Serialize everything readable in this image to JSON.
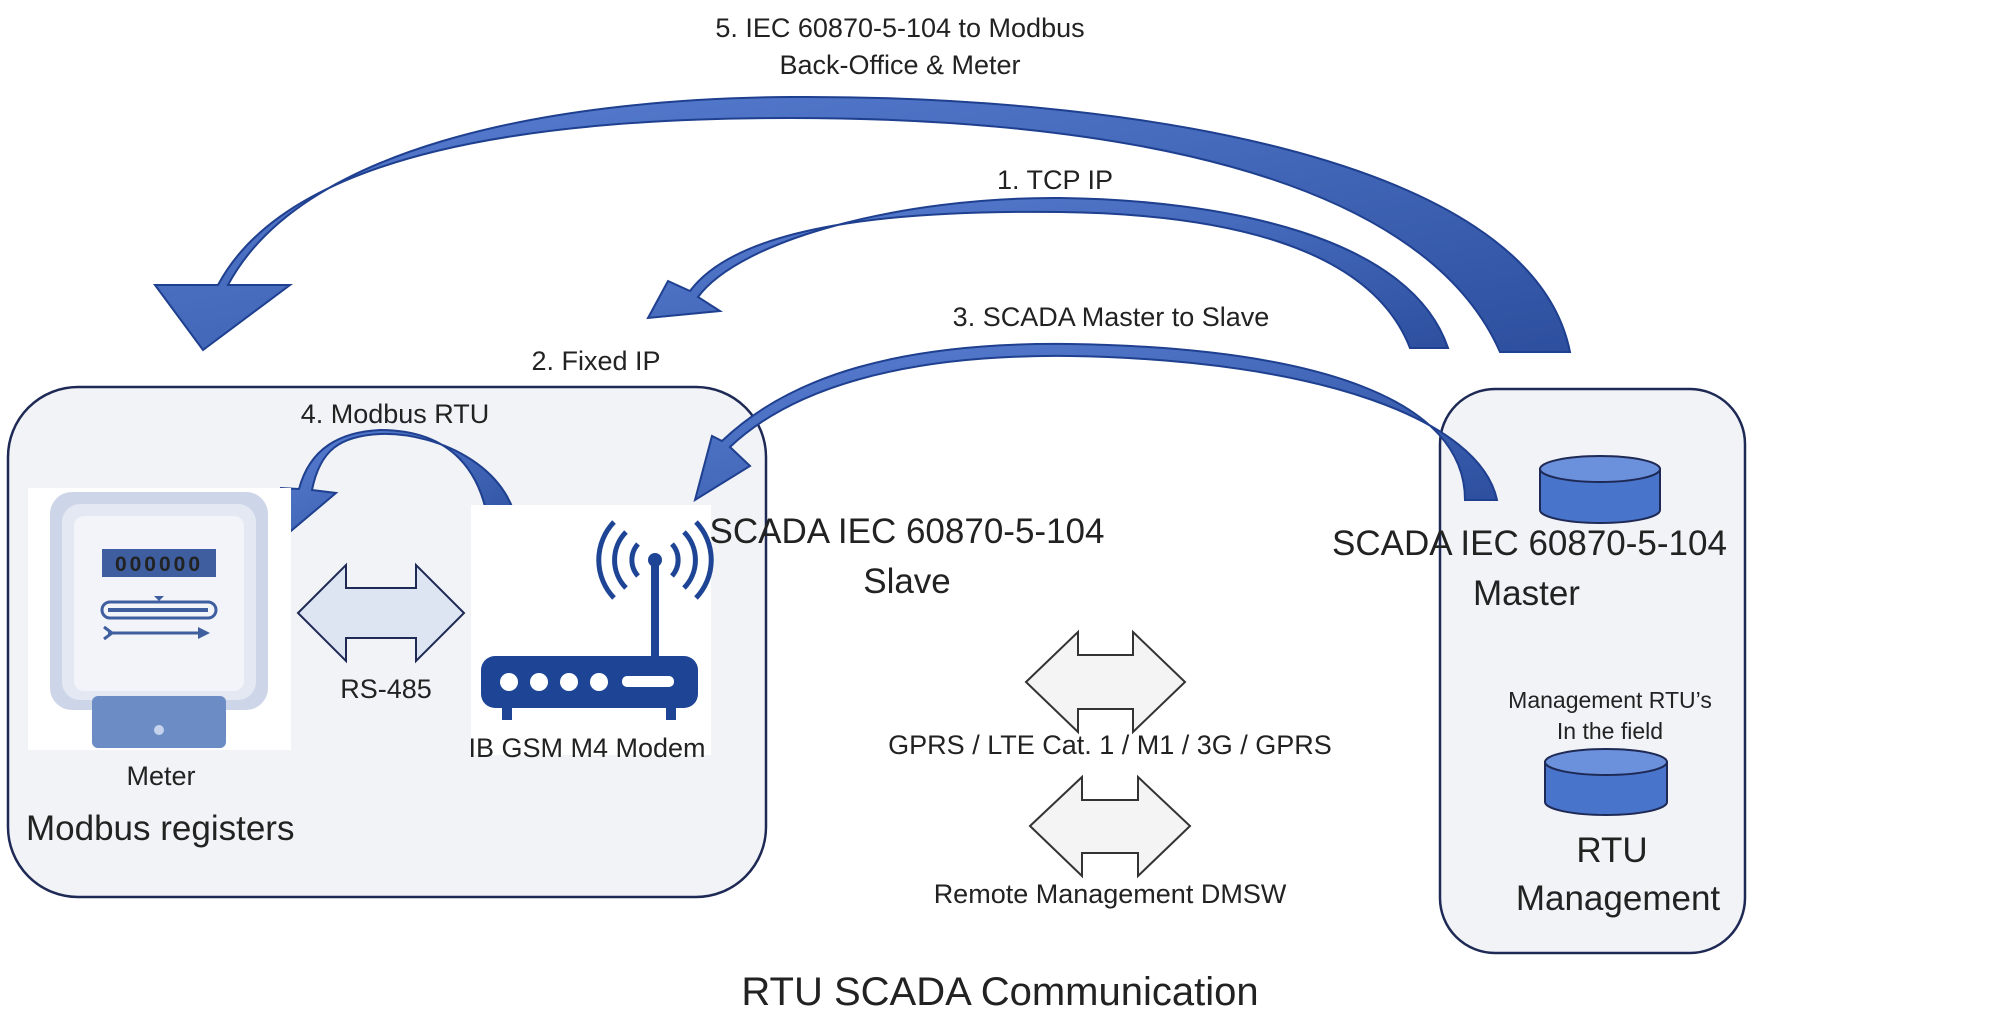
{
  "title": "RTU SCADA Communication",
  "colors": {
    "arrow_fill": "#3d63bf",
    "arrow_stroke": "#1f3f8f",
    "box_fill": "#f2f3f6",
    "box_stroke": "#1e2a55",
    "db_fill": "#4874cb",
    "db_top": "#6b90dc",
    "modem_blue": "#1e4595",
    "meter_blue": "#6b8cc4",
    "rs485_fill": "#dde4f2",
    "gray_arrow_fill": "#f4f4f4"
  },
  "arrows": {
    "a5": "5. IEC 60870-5-104 to Modbus",
    "a5_line2": "Back-Office & Meter",
    "a1": "1. TCP IP",
    "a2": "2. Fixed IP",
    "a3": "3. SCADA Master to Slave",
    "a4": "4. Modbus RTU"
  },
  "left_box": {
    "meter_label": "Meter",
    "meter_display": "000000",
    "registers_label": "Modbus registers",
    "rs485_label": "RS-485",
    "modem_label": "IB GSM M4 Modem"
  },
  "slave": {
    "line1": "SCADA IEC 60870-5-104",
    "line2": "Slave"
  },
  "master": {
    "line1": "SCADA IEC 60870-5-104",
    "line2": "Master"
  },
  "right_box": {
    "mgmt_line1": "Management RTU’s",
    "mgmt_line2": "In the field",
    "rtu_line1": "RTU",
    "rtu_line2": "Management"
  },
  "middle": {
    "gprs_label": "GPRS / LTE Cat. 1 / M1 / 3G / GPRS",
    "remote_label": "Remote Management DMSW"
  }
}
